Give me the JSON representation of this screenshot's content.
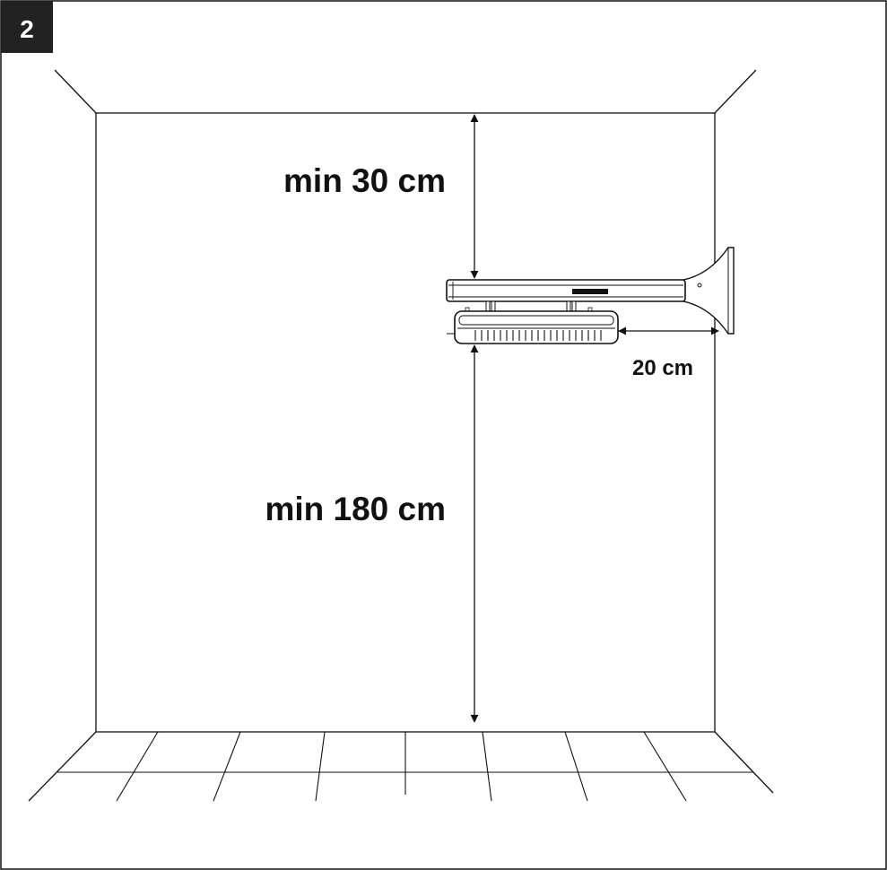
{
  "figure": {
    "number": "2",
    "labels": {
      "top_clearance": "min 30 cm",
      "floor_clearance": "min 180 cm",
      "side_clearance": "20 cm"
    }
  },
  "colors": {
    "line": "#111111",
    "badge_bg": "#222222",
    "badge_text": "#ffffff",
    "background": "#ffffff"
  }
}
